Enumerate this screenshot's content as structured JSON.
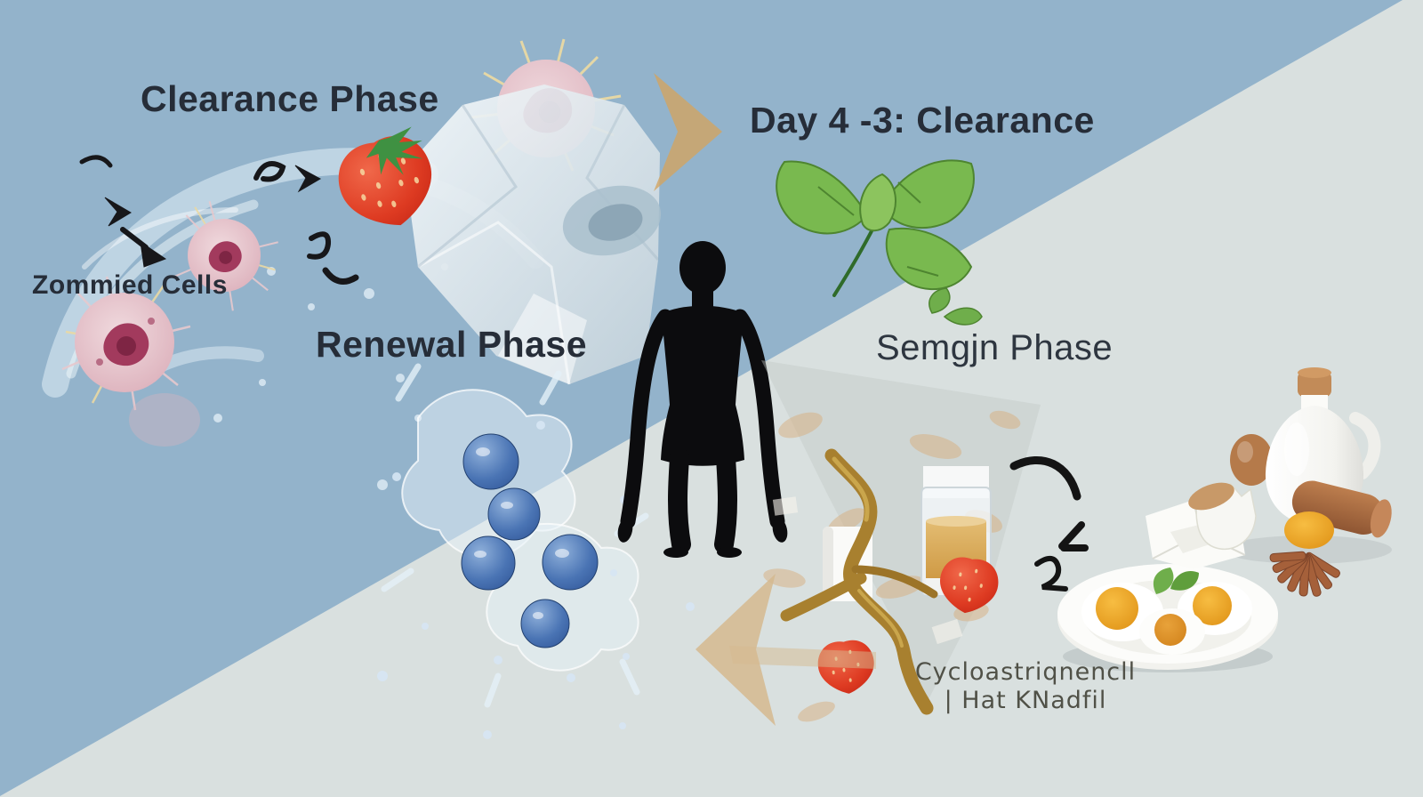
{
  "palette": {
    "sky_blue": "#93b3cb",
    "pale_gray": "#d9e0df",
    "title_ink": "#262d38",
    "gold_arrow": "#d2a35e",
    "mint_green": "#6fae4b",
    "berry_red": "#d93822",
    "cell_pink": "#dfb6c0",
    "cell_core": "#a23a5d",
    "blueberry_blue": "#3f6cad",
    "branch_gold": "#a8802f",
    "ink_black": "#141414"
  },
  "labels": {
    "clearance_phase": "Clearance Phase",
    "day_range_clearance": "Day 4 -3: Clearance",
    "zombied_cells": "Zommied Cells",
    "renewal_phase": "Renewal Phase",
    "semgjn_phase": "Semgjn Phase",
    "caption_line1": "Cycloastriqnencll",
    "caption_line2": "| Hat KNadfil"
  }
}
